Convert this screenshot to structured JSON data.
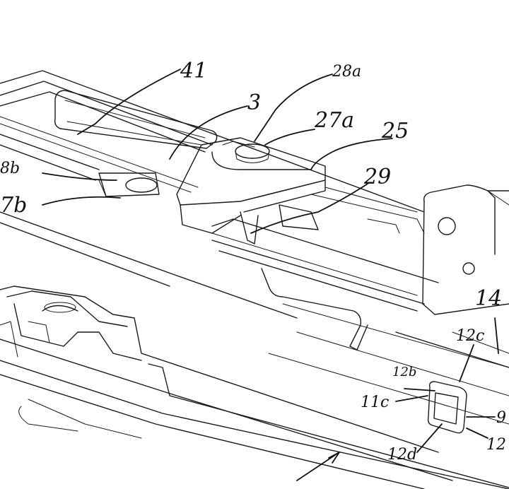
{
  "labels": {
    "l41": "41",
    "l28a": "28a",
    "l3": "3",
    "l27a": "27a",
    "l25": "25",
    "l28b": "8b",
    "l27b": "7b",
    "l29": "29",
    "l14": "14",
    "l12c": "12c",
    "l12b": "12b",
    "l11c": "11c",
    "l12d": "12d",
    "l9": "9",
    "l12e": "12"
  }
}
